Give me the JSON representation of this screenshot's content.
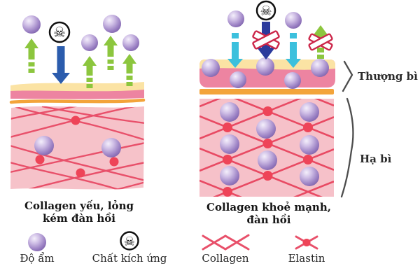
{
  "title": "Skin collagen comparison diagram",
  "layer_labels": {
    "epidermis": "Thượng bì",
    "dermis": "Hạ bì"
  },
  "left_panel": {
    "caption_line1": "Collagen yếu, lỏng",
    "caption_line2": "kém đàn hồi"
  },
  "right_panel": {
    "caption_line1": "Collagen khoẻ mạnh,",
    "caption_line2": "đàn hồi"
  },
  "legend": {
    "items": [
      {
        "icon": "moisture-sphere-icon",
        "label": "Độ ẩm"
      },
      {
        "icon": "skull-irritant-icon",
        "label": "Chất kích ứng"
      },
      {
        "icon": "collagen-mesh-icon",
        "label": "Collagen"
      },
      {
        "icon": "elastin-node-icon",
        "label": "Elastin"
      }
    ]
  },
  "icons": {
    "skull_glyph": "☠"
  },
  "colors": {
    "moisture_sphere": "#9d83c5",
    "green_arrow": "#8cc63e",
    "blue_arrow": "#2b5cad",
    "navy_arrow": "#2b3a9c",
    "cyan_arrow": "#3cc0dd",
    "corneum_yellow": "#fbe3a4",
    "epidermis_pink": "#ed84a1",
    "basal_orange": "#f3a43a",
    "dermis_pink": "#f6c2c9",
    "collagen_line": "#e8506a",
    "elastin_dot": "#ee4458",
    "blocked_x_mark": "#cc2649"
  }
}
